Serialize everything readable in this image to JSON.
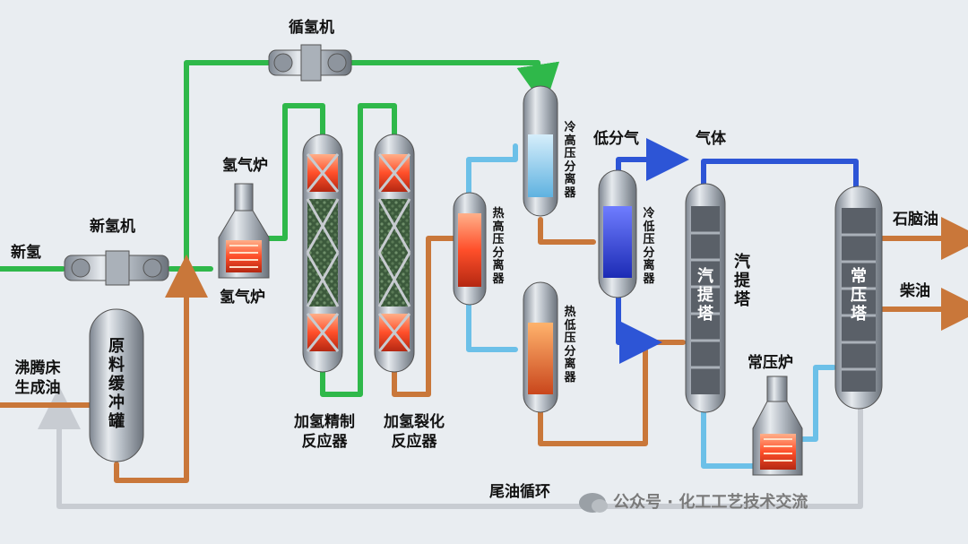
{
  "diagram": {
    "labels": {
      "recycle_compressor": "循氢机",
      "new_h2_compressor": "新氢机",
      "new_h2": "新氢",
      "h2_furnace_top": "氢气炉",
      "h2_furnace_bottom": "氢气炉",
      "feed_oil": "沸腾床\n生成油",
      "feed_tank": "原料缓冲罐",
      "hydrotreating_reactor": "加氢精制\n反应器",
      "hydrocracking_reactor": "加氢裂化\n反应器",
      "hot_hp_separator": "热高压分离器",
      "cold_hp_separator": "冷高压分离器",
      "hot_lp_separator": "热低压分离器",
      "cold_lp_separator": "冷低压分离器",
      "low_gas": "低分气",
      "gas": "气体",
      "stripper_inside": "汽提塔",
      "stripper_outside": "汽提塔",
      "atm_furnace": "常压炉",
      "atm_tower": "常压塔",
      "naphtha": "石脑油",
      "diesel": "柴油",
      "tail_oil_recycle": "尾油循环"
    },
    "watermark": "公众号 · 化工工艺技术交流",
    "colors": {
      "hydrogen_line": "#2fb84a",
      "oil_line": "#c9773a",
      "cold_line": "#6cc0e8",
      "gas_line": "#2d55d6",
      "recycle_line": "#c8ccd2"
    }
  }
}
